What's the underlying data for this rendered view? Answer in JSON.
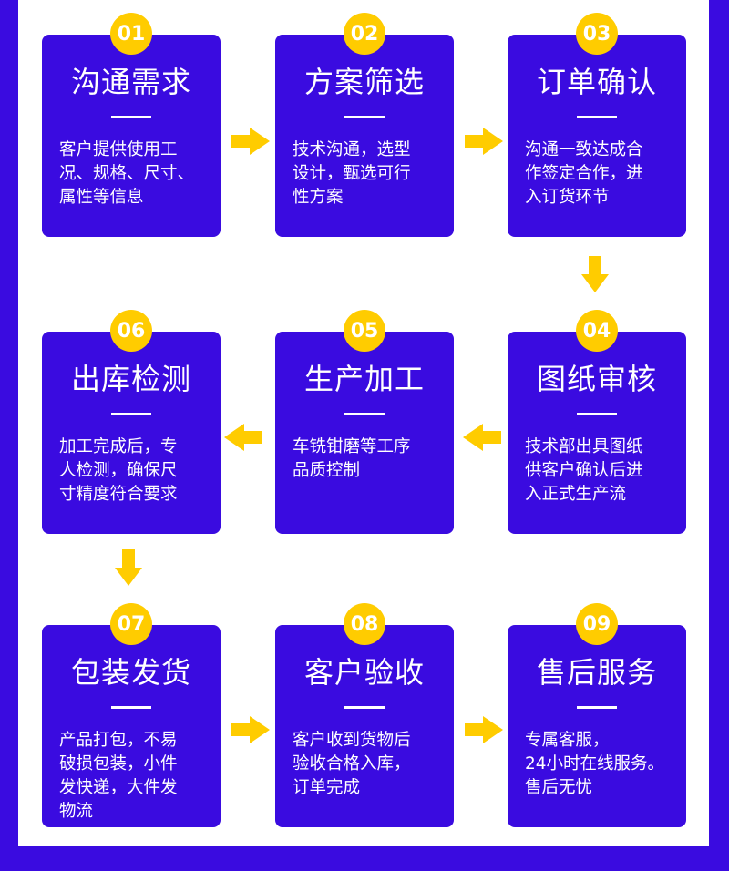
{
  "colors": {
    "frame": "#3a0be0",
    "card": "#3a0be0",
    "badge": "#ffcc00",
    "arrow": "#ffcc00",
    "text": "#ffffff"
  },
  "steps": [
    {
      "num": "01",
      "title": "沟通需求",
      "desc": "客户提供使用工\n况、规格、尺寸、\n属性等信息"
    },
    {
      "num": "02",
      "title": "方案筛选",
      "desc": "技术沟通，选型\n设计，甄选可行\n性方案"
    },
    {
      "num": "03",
      "title": "订单确认",
      "desc": "沟通一致达成合\n作签定合作，进\n入订货环节"
    },
    {
      "num": "04",
      "title": "图纸审核",
      "desc": "技术部出具图纸\n供客户确认后进\n入正式生产流"
    },
    {
      "num": "05",
      "title": "生产加工",
      "desc": "车铣钳磨等工序\n品质控制"
    },
    {
      "num": "06",
      "title": "出库检测",
      "desc": "加工完成后，专\n人检测，确保尺\n寸精度符合要求"
    },
    {
      "num": "07",
      "title": "包装发货",
      "desc": "产品打包，不易\n破损包装，小件\n发快递，大件发\n物流"
    },
    {
      "num": "08",
      "title": "客户验收",
      "desc": "客户收到货物后\n验收合格入库，\n订单完成"
    },
    {
      "num": "09",
      "title": "售后服务",
      "desc": "专属客服，\n24小时在线服务。\n售后无忧"
    }
  ],
  "arrows": [
    {
      "icon": "arrow-right-icon"
    },
    {
      "icon": "arrow-right-icon"
    },
    {
      "icon": "arrow-down-icon"
    },
    {
      "icon": "arrow-left-icon"
    },
    {
      "icon": "arrow-left-icon"
    },
    {
      "icon": "arrow-down-icon"
    },
    {
      "icon": "arrow-right-icon"
    },
    {
      "icon": "arrow-right-icon"
    }
  ]
}
